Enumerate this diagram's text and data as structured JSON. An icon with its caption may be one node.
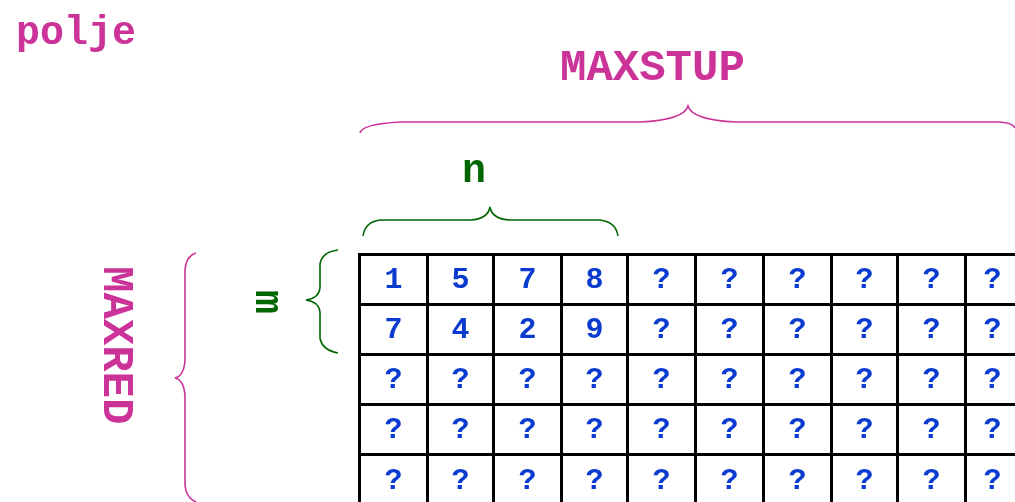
{
  "diagram": {
    "title": "polje",
    "labels": [
      "MAXSTUP",
      "n",
      "MAXRED",
      "m",
      "1",
      "5",
      "7",
      "8",
      "?",
      "?",
      "?",
      "?",
      "?",
      "?",
      "7",
      "4",
      "2",
      "9",
      "?",
      "?",
      "?",
      "?",
      "?",
      "?",
      "?",
      "?",
      "?",
      "?",
      "?",
      "?",
      "?",
      "?",
      "?",
      "?",
      "?",
      "?",
      "?",
      "?",
      "?",
      "?",
      "?",
      "?",
      "?",
      "?",
      "?",
      "?",
      "?",
      "?",
      "?",
      "?",
      "?",
      "?",
      "?",
      "?"
    ]
  }
}
